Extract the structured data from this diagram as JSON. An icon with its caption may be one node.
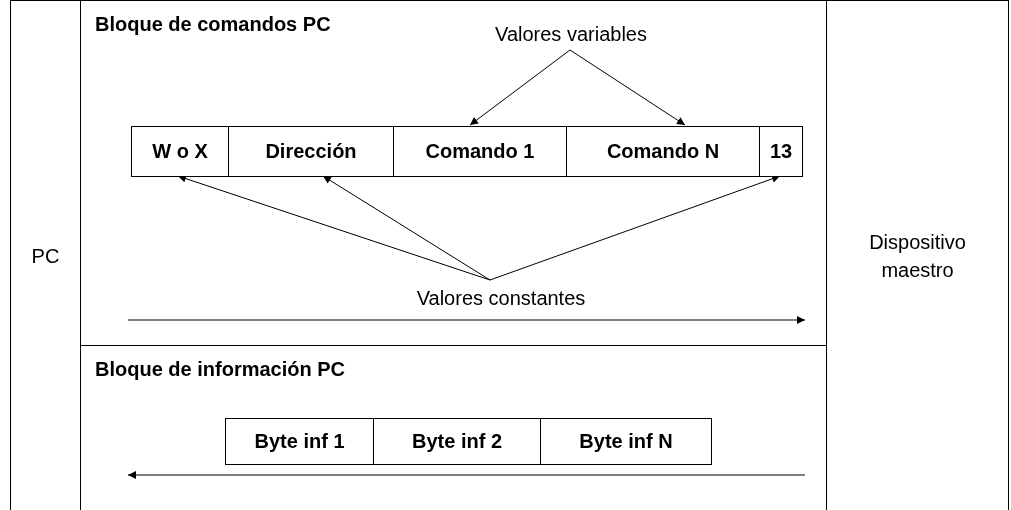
{
  "diagram": {
    "nodes": [
      {
        "text": [
          "PC"
        ]
      },
      {
        "text": [
          "Bloque de comandos PC"
        ]
      },
      {
        "text": [
          "W o X"
        ],
        "in": 1
      },
      {
        "text": [
          "Dirección"
        ],
        "in": 1
      },
      {
        "text": [
          "Comando 1"
        ],
        "in": 1
      },
      {
        "text": [
          "Comando N"
        ],
        "in": 1
      },
      {
        "text": [
          "13"
        ],
        "in": 1
      },
      {
        "text": [
          "Valores variables"
        ],
        "in": 1
      },
      {
        "text": [
          "Valores constantes"
        ],
        "in": 1
      },
      {
        "text": [
          "Bloque de información PC"
        ]
      },
      {
        "text": [
          "Byte inf 1"
        ],
        "in": 9
      },
      {
        "text": [
          "Byte inf 2"
        ],
        "in": 9
      },
      {
        "text": [
          "Byte inf N"
        ],
        "in": 9
      },
      {
        "text": [
          "Dispositivo maestro"
        ]
      }
    ],
    "edges": [
      {
        "from": 7,
        "to": 4,
        "arrow": "to"
      },
      {
        "from": 7,
        "to": 5,
        "arrow": "to"
      },
      {
        "from": 8,
        "to": 2,
        "arrow": "to"
      },
      {
        "from": 8,
        "to": 3,
        "arrow": "to"
      },
      {
        "from": 8,
        "to": 6,
        "arrow": "to"
      }
    ]
  }
}
